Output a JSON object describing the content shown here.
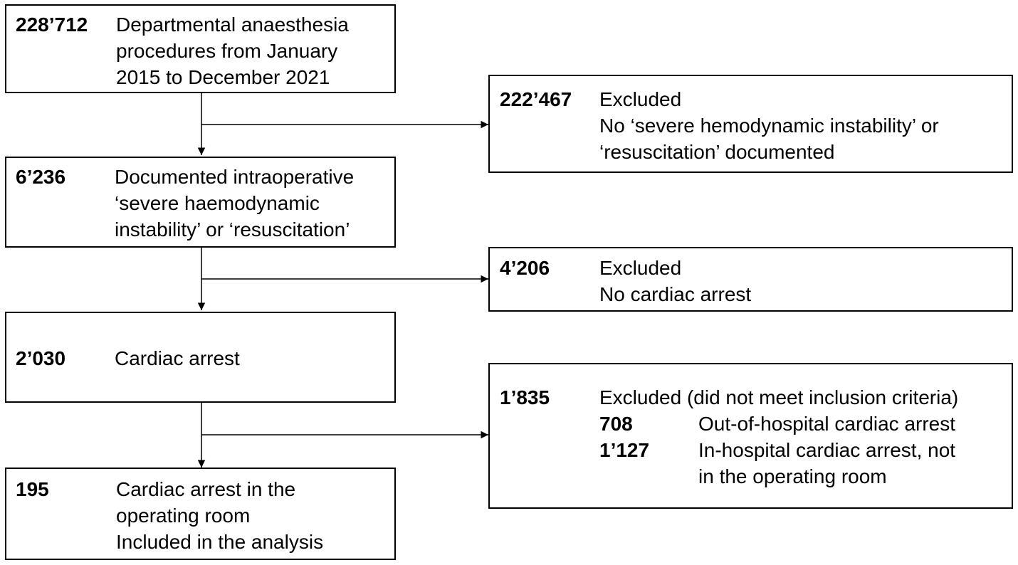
{
  "flow": {
    "step1": {
      "count": "228’712",
      "lines": [
        "Departmental anaesthesia",
        "procedures from January",
        "2015 to December 2021"
      ]
    },
    "step2": {
      "count": "6’236",
      "lines": [
        "Documented intraoperative",
        "‘severe haemodynamic",
        "instability’ or ‘resuscitation’"
      ]
    },
    "step3": {
      "count": "2’030",
      "lines": [
        "Cardiac arrest"
      ]
    },
    "step4": {
      "count": "195",
      "lines": [
        "Cardiac arrest in the",
        "operating room",
        "Included in the analysis"
      ]
    }
  },
  "exclusions": {
    "ex1": {
      "count": "222’467",
      "lines": [
        "Excluded",
        "No ‘severe hemodynamic instability’ or",
        "‘resuscitation’ documented"
      ]
    },
    "ex2": {
      "count": "4’206",
      "lines": [
        "Excluded",
        "No cardiac arrest"
      ]
    },
    "ex3": {
      "count": "1’835",
      "title": "Excluded (did not meet inclusion criteria)",
      "sub": [
        {
          "count": "708",
          "lines": [
            "Out-of-hospital cardiac arrest"
          ]
        },
        {
          "count": "1’127",
          "lines": [
            "In-hospital cardiac arrest, not",
            "in the operating room"
          ]
        }
      ]
    }
  }
}
